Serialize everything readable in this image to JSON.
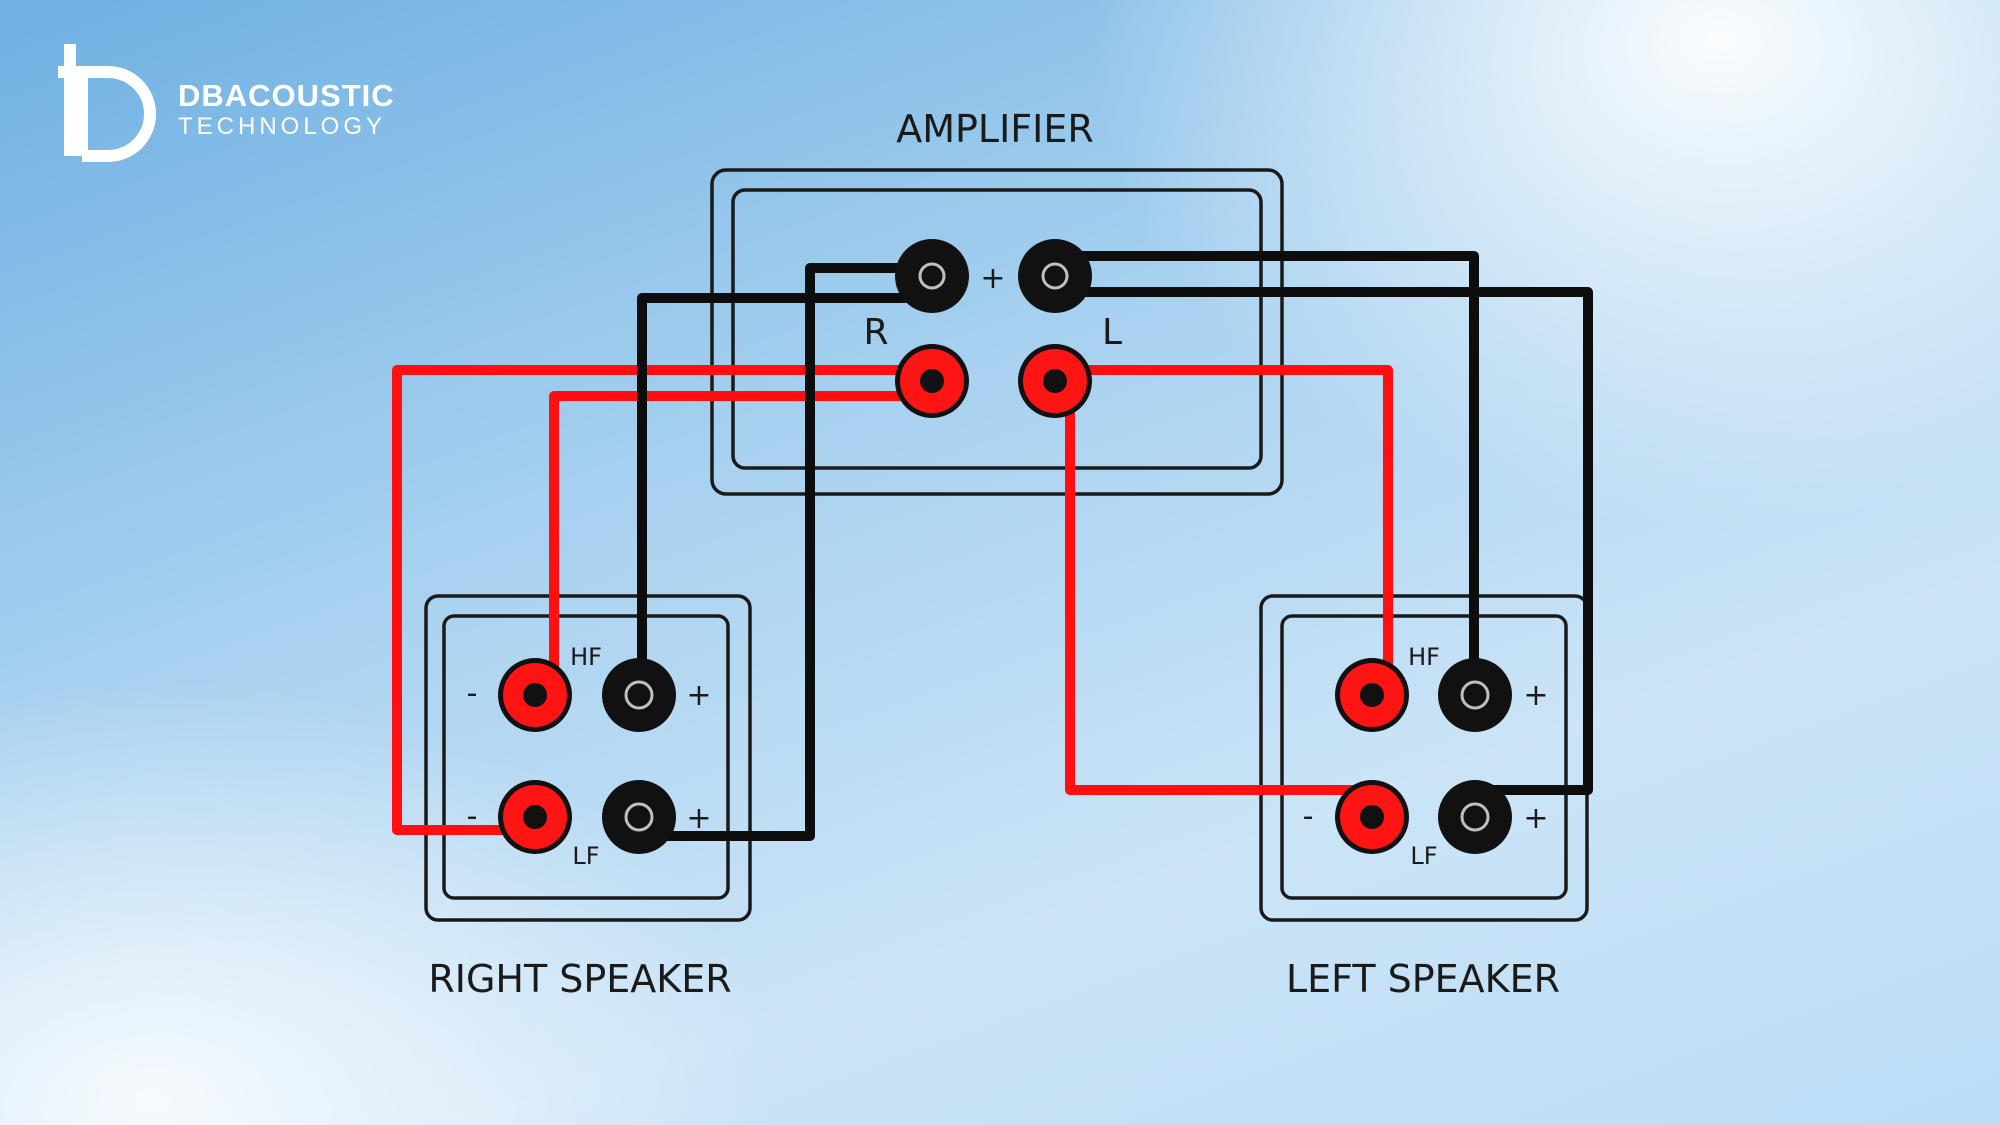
{
  "brand": {
    "name": "DBACOUSTIC",
    "tagline": "TECHNOLOGY"
  },
  "diagram": {
    "amplifier": {
      "title": "AMPLIFIER",
      "plus_sign": "+",
      "right_channel_label": "R",
      "left_channel_label": "L"
    },
    "right_speaker": {
      "title": "RIGHT SPEAKER",
      "hf_label": "HF",
      "lf_label": "LF",
      "minus_hf": "-",
      "plus_hf": "+",
      "minus_lf": "-",
      "plus_lf": "+"
    },
    "left_speaker": {
      "title": "LEFT SPEAKER",
      "hf_label": "HF",
      "lf_label": "LF",
      "minus_lf": "-",
      "plus_hf": "+",
      "plus_lf": "+"
    },
    "colors": {
      "positive_wire": "#0d0d0d",
      "negative_wire": "#ff0f0f",
      "terminal_red": "#ff1414",
      "terminal_black": "#111111"
    }
  }
}
